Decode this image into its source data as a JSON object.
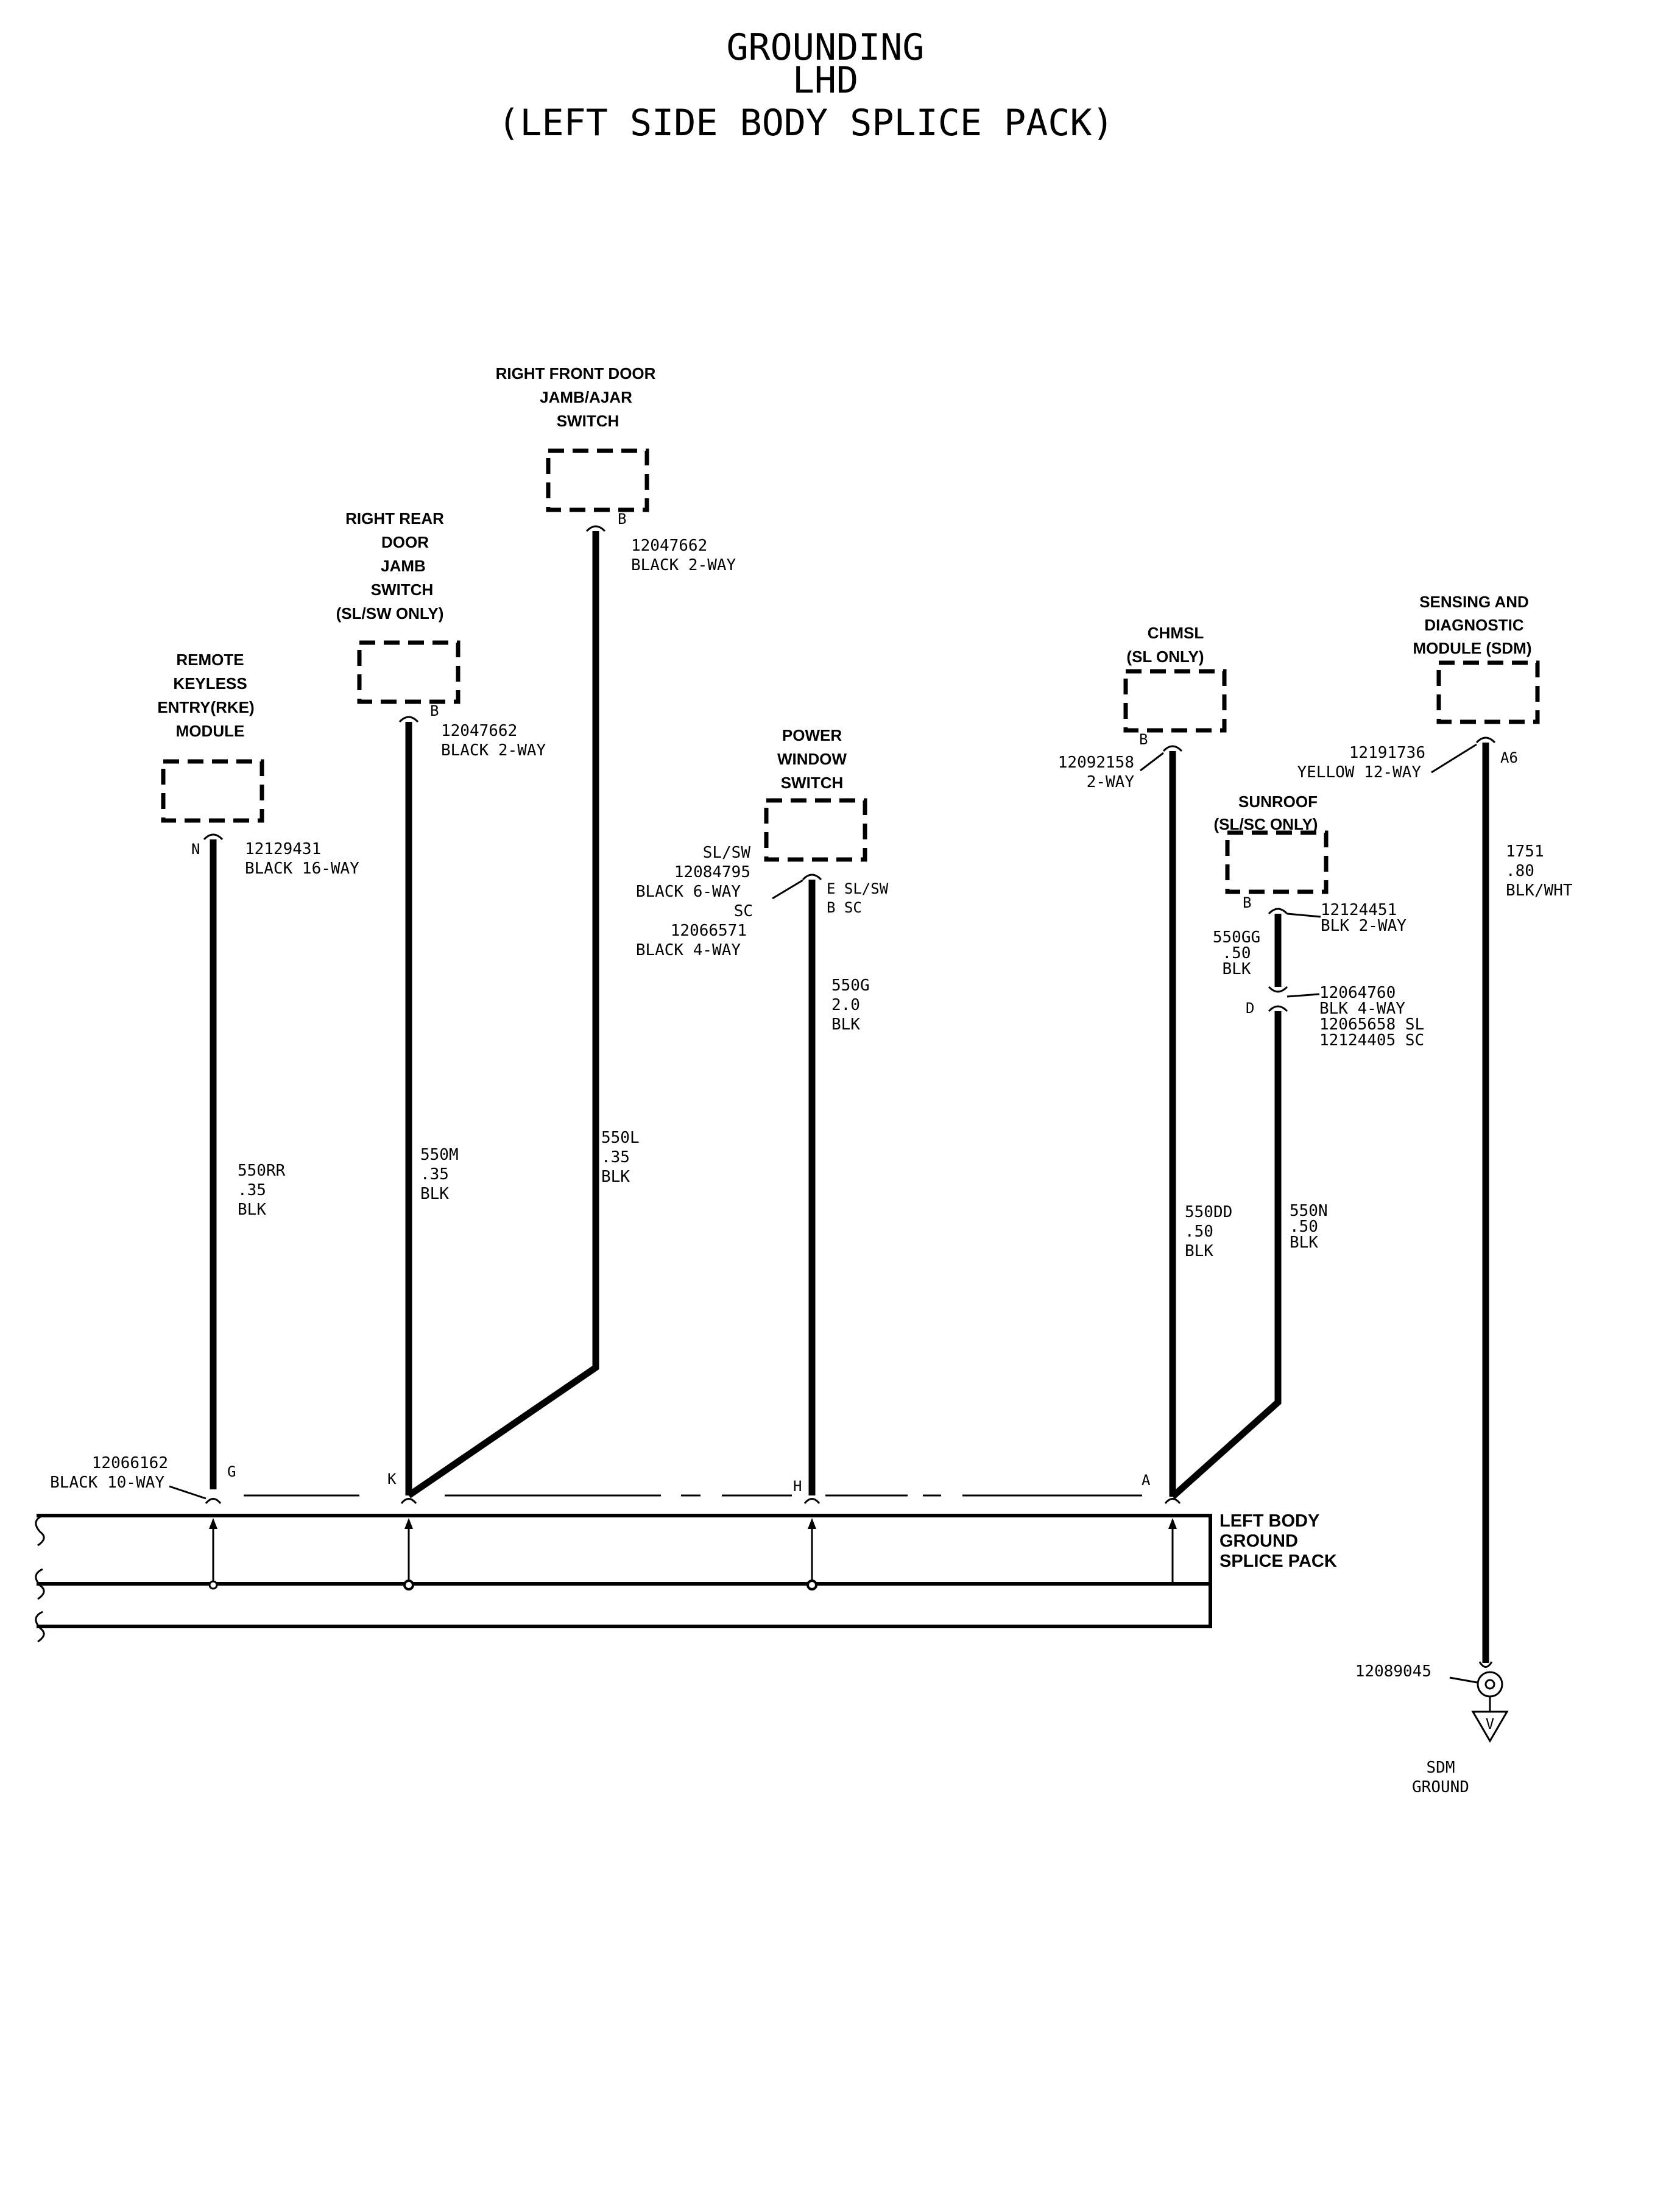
{
  "title": {
    "line1": "GROUNDING",
    "line2": "LHD",
    "line3": "(LEFT SIDE BODY SPLICE PACK)"
  },
  "components": {
    "rke": {
      "lines": [
        "REMOTE",
        "KEYLESS",
        "ENTRY(RKE)",
        "MODULE"
      ],
      "pin": "N",
      "part": "12129431",
      "conn": "BLACK 16-WAY"
    },
    "rr_door": {
      "lines": [
        "RIGHT REAR",
        "DOOR",
        "JAMB",
        "SWITCH",
        "(SL/SW ONLY)"
      ],
      "pin": "B",
      "part": "12047662",
      "conn": "BLACK 2-WAY"
    },
    "rf_door": {
      "lines": [
        "RIGHT FRONT DOOR",
        "JAMB/AJAR",
        "SWITCH"
      ],
      "pin": "B",
      "part": "12047662",
      "conn": "BLACK 2-WAY"
    },
    "pws": {
      "lines": [
        "POWER",
        "WINDOW",
        "SWITCH"
      ],
      "pin": "E SL/SW",
      "pin2": "B SC",
      "conn_lines": [
        "SL/SW",
        "12084795",
        "BLACK 6-WAY",
        "SC",
        "12066571",
        "BLACK 4-WAY"
      ]
    },
    "chmsl": {
      "lines": [
        "CHMSL",
        "(SL ONLY)"
      ],
      "pin": "B",
      "part": "12092158",
      "conn": "2-WAY"
    },
    "sunroof": {
      "lines": [
        "SUNROOF",
        "(SL/SC ONLY)"
      ],
      "pin": "B",
      "part": "12124451",
      "conn": "BLK 2-WAY",
      "inline_pin": "D",
      "inline_lines": [
        "12064760",
        "BLK 4-WAY",
        "12065658 SL",
        "12124405 SC"
      ]
    },
    "sdm": {
      "lines": [
        "SENSING AND",
        "DIAGNOSTIC",
        "MODULE (SDM)"
      ],
      "pin": "A6",
      "part": "12191736",
      "conn": "YELLOW 12-WAY"
    }
  },
  "wires": {
    "w550RR": [
      "550RR",
      ".35",
      "BLK"
    ],
    "w550M": [
      "550M",
      ".35",
      "BLK"
    ],
    "w550L": [
      "550L",
      ".35",
      "BLK"
    ],
    "w550G": [
      "550G",
      "2.0",
      "BLK"
    ],
    "w550DD": [
      "550DD",
      ".50",
      "BLK"
    ],
    "w550N": [
      "550N",
      ".50",
      "BLK"
    ],
    "w550GG": [
      "550GG",
      ".50",
      "BLK"
    ],
    "w1751": [
      "1751",
      ".80",
      "BLK/WHT"
    ]
  },
  "splice_pack": {
    "label": [
      "LEFT BODY",
      "GROUND",
      "SPLICE PACK"
    ],
    "part": "12066162",
    "conn": "BLACK 10-WAY",
    "pins": {
      "g": "G",
      "k": "K",
      "h": "H",
      "a": "A"
    }
  },
  "ground": {
    "part": "12089045",
    "symbol": "V",
    "lines": [
      "SDM",
      "GROUND"
    ]
  }
}
